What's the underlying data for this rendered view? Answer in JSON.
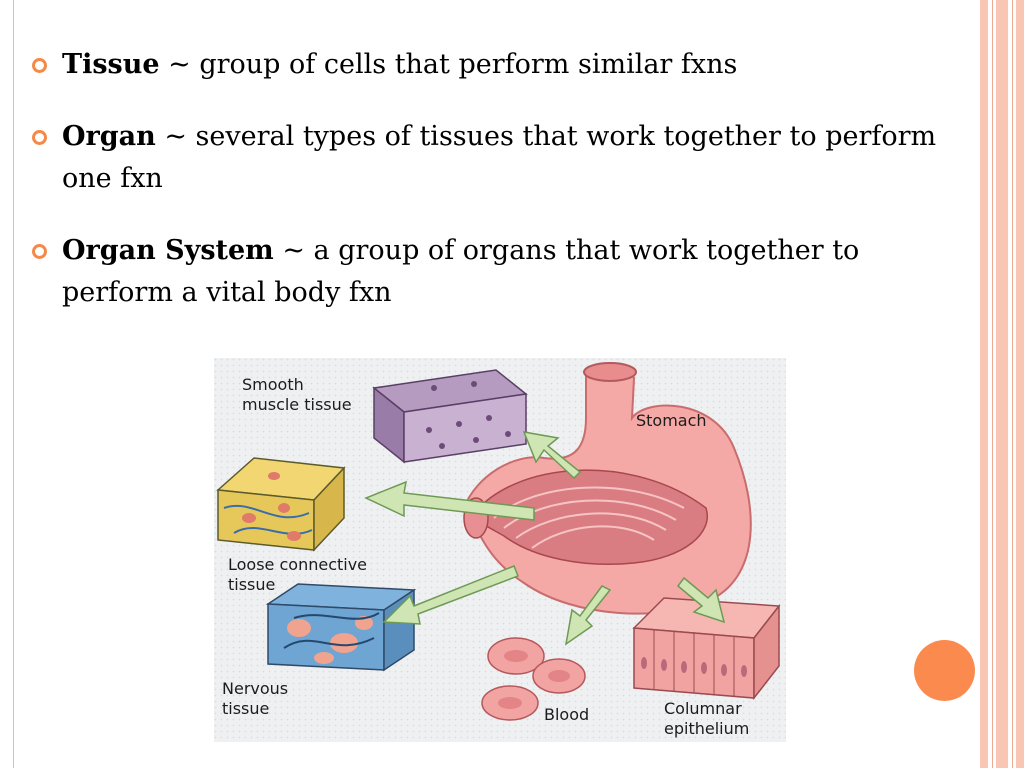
{
  "bullets": [
    {
      "term": "Tissue",
      "definition": " ~ group of cells that perform similar fxns"
    },
    {
      "term": "Organ",
      "definition": " ~ several types of tissues that work together to perform one fxn"
    },
    {
      "term": "Organ System",
      "definition": " ~ a group of organs that work together to perform a vital body fxn"
    }
  ],
  "figure": {
    "smooth_muscle_1": "Smooth",
    "smooth_muscle_2": "muscle tissue",
    "stomach": "Stomach",
    "loose_connective_1": "Loose connective",
    "loose_connective_2": "tissue",
    "nervous_1": "Nervous",
    "nervous_2": "tissue",
    "blood": "Blood",
    "columnar_1": "Columnar",
    "columnar_2": "epithelium"
  },
  "colors": {
    "bullet_marker": "#f48a4a",
    "accent_circle": "#fb8a4f",
    "frame_stripe": "#f9c6b3"
  }
}
